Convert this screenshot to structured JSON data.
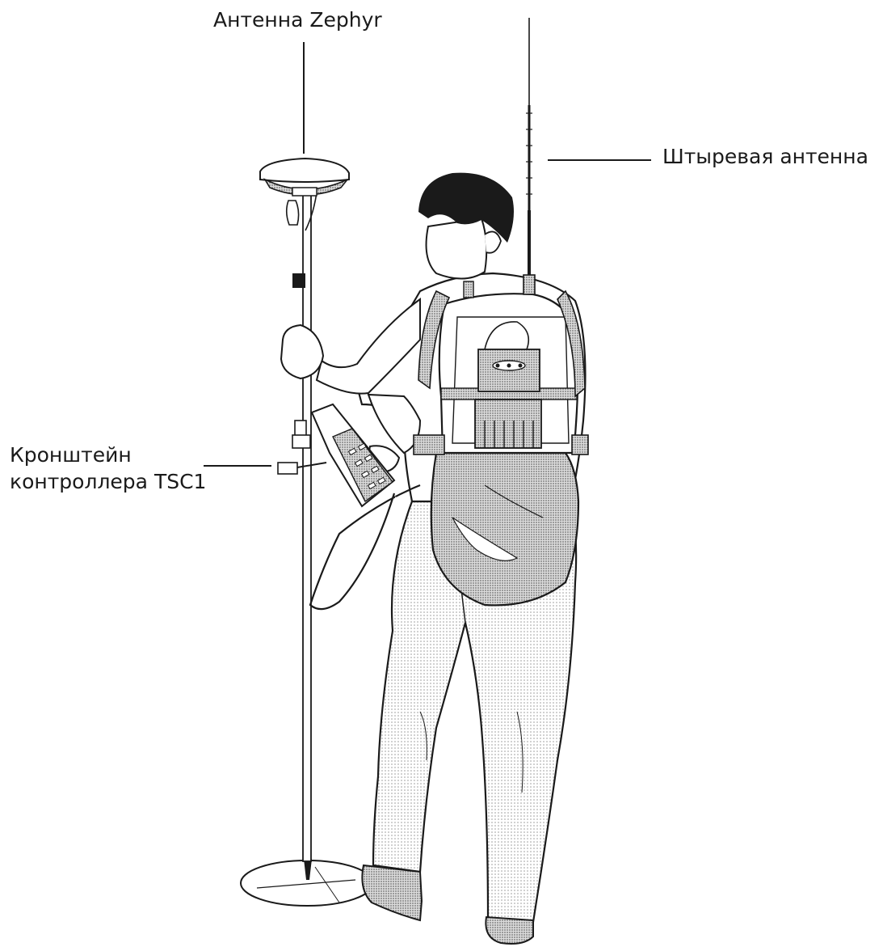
{
  "labels": {
    "zephyr_antenna": "Антенна Zephyr",
    "whip_antenna": "Штыревая антенна",
    "bracket_line1": "Кронштейн",
    "bracket_line2": "контроллера TSC1"
  },
  "colors": {
    "ink": "#1a1a1a",
    "shade": "#cfcfcf",
    "light_shade": "#e4e4e4",
    "background": "#ffffff"
  }
}
